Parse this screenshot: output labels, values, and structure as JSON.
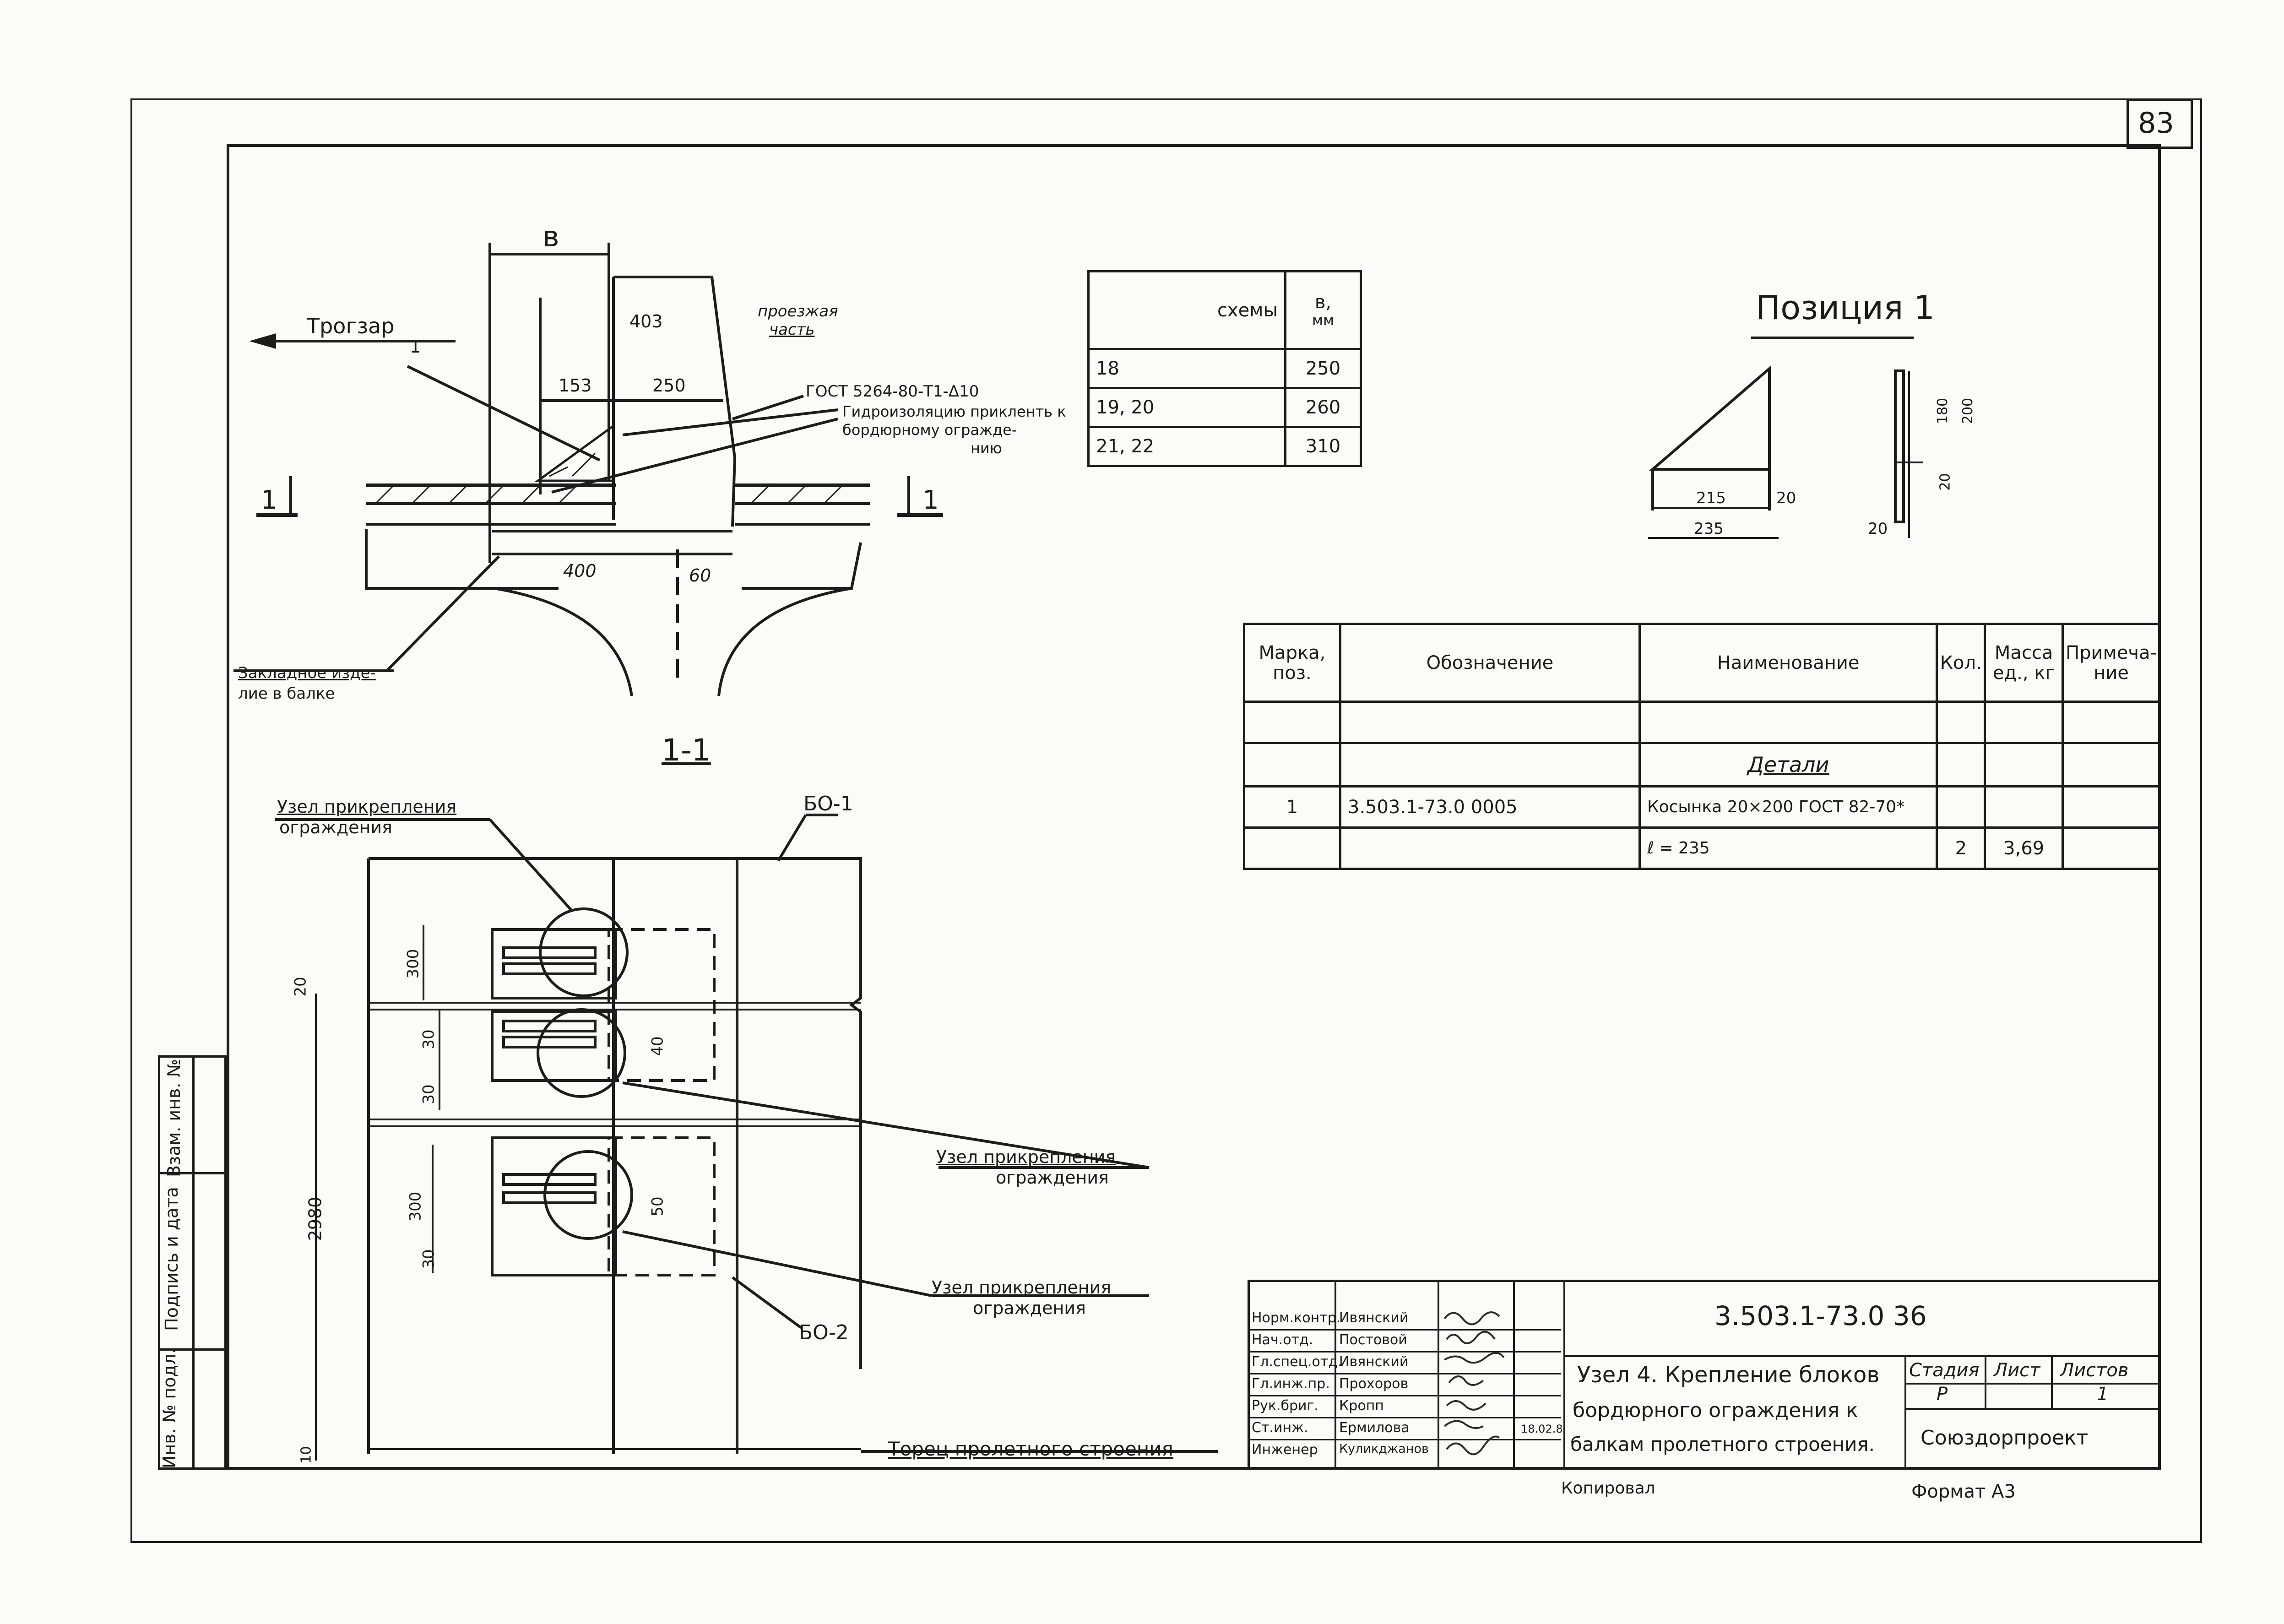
{
  "sheet_number": "83",
  "drawing": {
    "width_symbol": "в",
    "label_trogar": "Трогзар",
    "label_roadway_1": "проезжая",
    "label_roadway_2": "часть",
    "dim_403": "403",
    "dim_153": "153",
    "dim_250": "250",
    "dim_400": "400",
    "dim_60": "60",
    "leader_1": "1",
    "gost_note": "ГОСТ 5264-80-Т1-Δ10",
    "waterproof_note_1": "Гидроизоляцию прикленть к",
    "waterproof_note_2": "бордюрному огражде-",
    "waterproof_note_3": "нию",
    "section_mark_left": "1",
    "section_mark_right": "1",
    "embedded_note_1": "Закладное изде-",
    "embedded_note_2": "лие в балке"
  },
  "scheme_table": {
    "header_scheme": "схемы",
    "header_b": "в,",
    "header_unit": "мм",
    "rows": [
      {
        "scheme": "18",
        "b": "250"
      },
      {
        "scheme": "19, 20",
        "b": "260"
      },
      {
        "scheme": "21, 22",
        "b": "310"
      }
    ]
  },
  "position_1": {
    "title": "Позиция 1",
    "dim_215": "215",
    "dim_20a": "20",
    "dim_235": "235",
    "dim_180": "180",
    "dim_200": "200",
    "dim_20b": "20",
    "dim_20c": "20"
  },
  "spec_table": {
    "headers": {
      "mark_1": "Марка,",
      "mark_2": "поз.",
      "designation": "Обозначение",
      "name": "Наименование",
      "qty": "Кол.",
      "mass_1": "Масса",
      "mass_2": "ед., кг",
      "note_1": "Примеча-",
      "note_2": "ние"
    },
    "section_title": "Детали",
    "row1": {
      "mark": "1",
      "designation": "3.503.1-73.0 0005",
      "name": "Косынка 20×200 ГОСТ 82-70*"
    },
    "row2": {
      "name": "ℓ = 235",
      "qty": "2",
      "mass": "3,69"
    }
  },
  "section_view": {
    "title": "1-1",
    "node_label_top_1": "Узел прикрепления",
    "node_label_top_2": "ограждения",
    "node_label_mid_1": "Узел прикрепления",
    "node_label_mid_2": "ограждения",
    "node_label_bot_1": "Узел прикрепления",
    "node_label_bot_2": "ограждения",
    "block_top": "БО-1",
    "block_bottom": "БО-2",
    "dim_20": "20",
    "dim_300a": "300",
    "dim_30a": "30",
    "dim_40": "40",
    "dim_30b": "30",
    "dim_300b": "300",
    "dim_50": "50",
    "dim_30c": "30",
    "dim_2980": "2980",
    "dim_10": "10",
    "end_label": "Торец пролетного строения"
  },
  "side_stamp": [
    "Инв. № подл.",
    "Подпись и дата",
    "Взам. инв. №"
  ],
  "title_block": {
    "doc_number": "3.503.1-73.0 36",
    "title_lines": [
      "Узел 4. Крепление блоков",
      "бордюрного ограждения к",
      "балкам пролетного строения."
    ],
    "stage_label": "Стадия",
    "sheet_label": "Лист",
    "sheets_label": "Листов",
    "stage_value": "Р",
    "sheets_value": "1",
    "organization": "Союздорпроект",
    "date": "18.02.8",
    "roles": [
      {
        "role": "Норм.контр.",
        "name": "Ивянский"
      },
      {
        "role": "Нач.отд.",
        "name": "Постовой"
      },
      {
        "role": "Гл.спец.отд.",
        "name": "Ивянский"
      },
      {
        "role": "Гл.инж.пр.",
        "name": "Прохоров"
      },
      {
        "role": "Рук.бриг.",
        "name": "Кропп"
      },
      {
        "role": "Ст.инж.",
        "name": "Ермилова"
      },
      {
        "role": "Инженер",
        "name": "Куликджанов"
      }
    ]
  },
  "copied_label": "Копировал",
  "format_label": "Формат А3"
}
